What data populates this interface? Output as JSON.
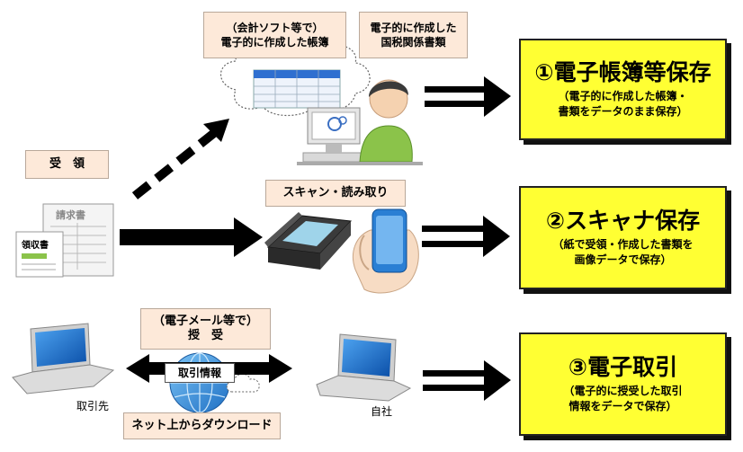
{
  "labels": {
    "kaikei": [
      "（会計ソフト等で）",
      "電子的に作成した帳簿"
    ],
    "kokuzei": [
      "電子的に作成した",
      "国税関係書類"
    ],
    "juryo": "受　領",
    "scan": "スキャン・読み取り",
    "email": [
      "（電子メール等で）",
      "授　受"
    ],
    "torihiki_joho": "取引情報",
    "download": "ネット上からダウンロード",
    "torihikisaki": "取引先",
    "jisha": "自社",
    "seikyusho": "請求書",
    "ryoshusho": "領収書"
  },
  "boxes": [
    {
      "title": "①電子帳簿等保存",
      "sub": [
        "（電子的に作成した帳簿・",
        "書類をデータのまま保存）"
      ]
    },
    {
      "title": "②スキャナ保存",
      "sub": [
        "（紙で受領・作成した書類を",
        "画像データで保存）"
      ]
    },
    {
      "title": "③電子取引",
      "sub": [
        "（電子的に授受した取引",
        "情報をデータで保存）"
      ]
    }
  ],
  "colors": {
    "yellow": "#ffff33",
    "tag_bg": "#fde9d9",
    "arrow": "#000000",
    "laptop_blue": "#1a5fb4",
    "phone_blue": "#2a7fd4",
    "globe": "#3a8fd8"
  }
}
